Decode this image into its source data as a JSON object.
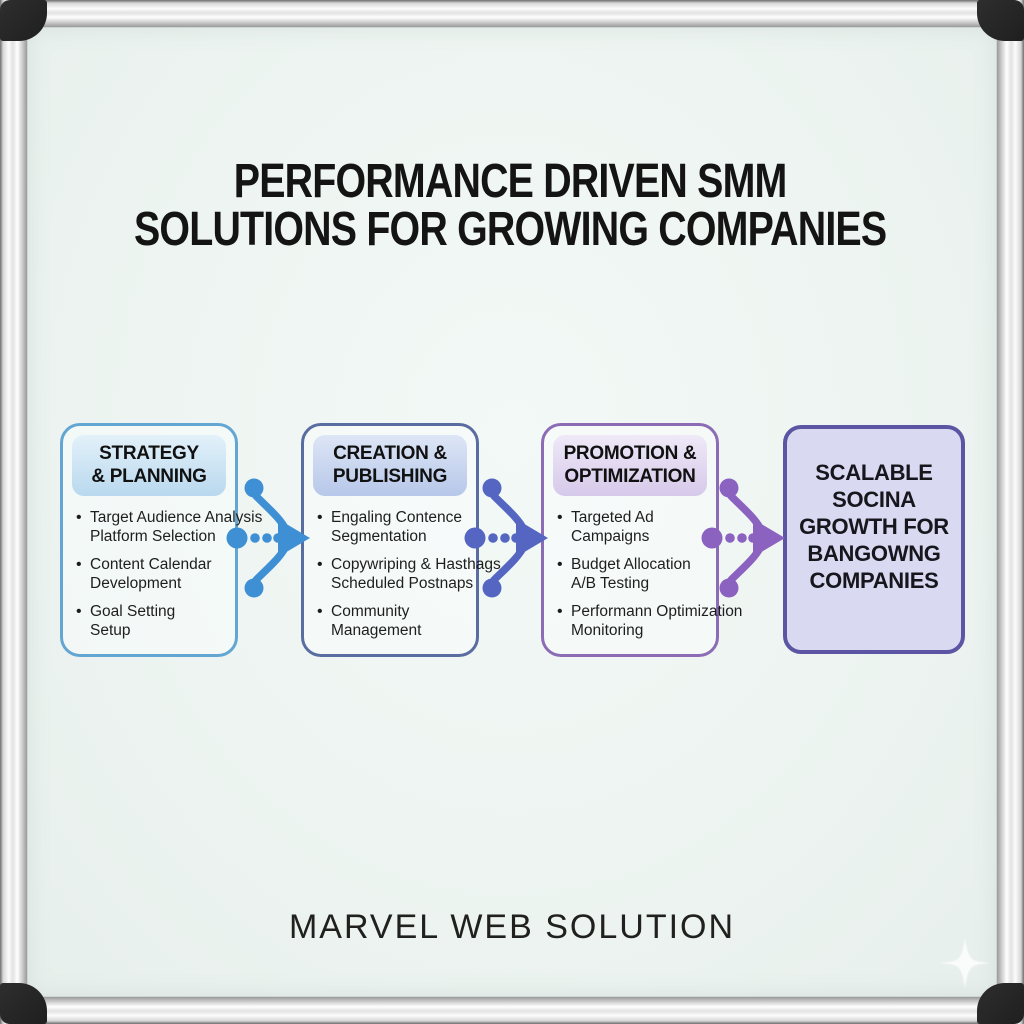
{
  "board": {
    "title_line1": "PERFORMANCE DRIVEN SMM",
    "title_line2": "SOLUTIONS FOR GROWING COMPANIES",
    "footer_brand": "MARVEL WEB SOLUTION",
    "surface_color": "#edf4f1",
    "frame_corner_color": "#2e2e2e"
  },
  "ui": {
    "bullet_glyph": "•"
  },
  "stages": [
    {
      "header_line1": "STRATEGY",
      "header_line2": "& PLANNING",
      "accent_color": "#64a6d2",
      "header_bg_top": "#e3f1fa",
      "header_bg_bottom": "#b9d8ee",
      "bullets": [
        {
          "line1": "Target Audience Analysis",
          "line2": "Platform Selection"
        },
        {
          "line1": "Content Calendar",
          "line2": "Development"
        },
        {
          "line1": "Goal Setting",
          "line2": "Setup"
        }
      ]
    },
    {
      "header_line1": "CREATION &",
      "header_line2": "PUBLISHING",
      "accent_color": "#5a6da1",
      "header_bg_top": "#dde6f6",
      "header_bg_bottom": "#b7c7e9",
      "bullets": [
        {
          "line1": "Engaling Contence",
          "line2": "Segmentation"
        },
        {
          "line1": "Copywriping & Hasthags",
          "line2": "Scheduled Postnaps"
        },
        {
          "line1": "Community",
          "line2": "Management"
        }
      ]
    },
    {
      "header_line1": "PROMOTION &",
      "header_line2": "OPTIMIZATION",
      "accent_color": "#8c6cb4",
      "header_bg_top": "#efe9f7",
      "header_bg_bottom": "#d6c9ea",
      "bullets": [
        {
          "line1": "Targeted Ad",
          "line2": "Campaigns"
        },
        {
          "line1": "Budget Allocation",
          "line2": "A/B Testing"
        },
        {
          "line1": "Performann Optimization",
          "line2": "Monitoring"
        }
      ]
    }
  ],
  "result_box": {
    "lines": [
      "SCALABLE",
      "SOCINA",
      "GROWTH FOR",
      "BANGOWNG",
      "COMPANIES"
    ],
    "accent_color": "#5b55a4",
    "fill_color": "#d9daf2"
  },
  "connectors": [
    {
      "name": "strategy-to-creation",
      "color": "#3f8fd4"
    },
    {
      "name": "creation-to-promotion",
      "color": "#5566c2"
    },
    {
      "name": "promotion-to-result",
      "color": "#8b62c0"
    }
  ]
}
